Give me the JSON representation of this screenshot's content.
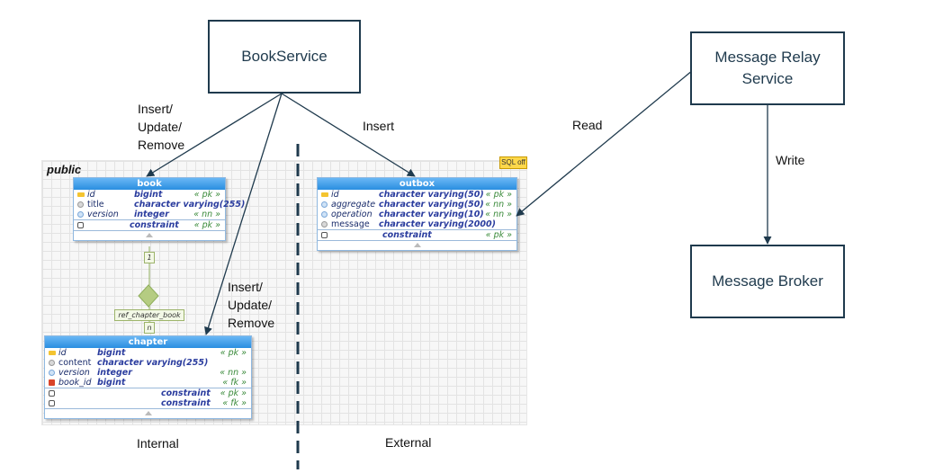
{
  "services": {
    "book_service": "BookService",
    "message_relay": "Message Relay\nService",
    "message_broker": "Message Broker"
  },
  "arrow_labels": {
    "book_write": "Insert/\nUpdate/\nRemove",
    "outbox_insert": "Insert",
    "relay_read": "Read",
    "relay_write": "Write",
    "chapter_write": "Insert/\nUpdate/\nRemove"
  },
  "regions": {
    "internal": "Internal",
    "external": "External"
  },
  "schema": {
    "name": "public",
    "sql_badge": "SQL off"
  },
  "tables": {
    "book": {
      "title": "book",
      "columns": [
        {
          "name": "id",
          "type": "bigint",
          "constraint": "« pk »",
          "icon": "key-icon"
        },
        {
          "name": "title",
          "type": "character varying(255)",
          "constraint": "",
          "icon": "nullable-column-icon"
        },
        {
          "name": "version",
          "type": "integer",
          "constraint": "« nn »",
          "icon": "not-null-column-icon"
        }
      ],
      "constraints": [
        {
          "label": "constraint",
          "kind": "« pk »"
        }
      ]
    },
    "chapter": {
      "title": "chapter",
      "columns": [
        {
          "name": "id",
          "type": "bigint",
          "constraint": "« pk »",
          "icon": "key-icon"
        },
        {
          "name": "content",
          "type": "character varying(255)",
          "constraint": "",
          "icon": "nullable-column-icon"
        },
        {
          "name": "version",
          "type": "integer",
          "constraint": "« nn »",
          "icon": "not-null-column-icon"
        },
        {
          "name": "book_id",
          "type": "bigint",
          "constraint": "« fk »",
          "icon": "foreign-key-icon"
        }
      ],
      "constraints": [
        {
          "label": "constraint",
          "kind": "« pk »"
        },
        {
          "label": "constraint",
          "kind": "« fk »"
        }
      ]
    },
    "outbox": {
      "title": "outbox",
      "columns": [
        {
          "name": "id",
          "type": "character varying(50)",
          "constraint": "« pk »",
          "icon": "key-icon"
        },
        {
          "name": "aggregate",
          "type": "character varying(50)",
          "constraint": "« nn »",
          "icon": "not-null-column-icon"
        },
        {
          "name": "operation",
          "type": "character varying(10)",
          "constraint": "« nn »",
          "icon": "not-null-column-icon"
        },
        {
          "name": "message",
          "type": "character varying(2000)",
          "constraint": "",
          "icon": "nullable-column-icon"
        }
      ],
      "constraints": [
        {
          "label": "constraint",
          "kind": "« pk »"
        }
      ]
    }
  },
  "relation": {
    "name": "ref_chapter_book",
    "one": "1",
    "many": "n"
  }
}
